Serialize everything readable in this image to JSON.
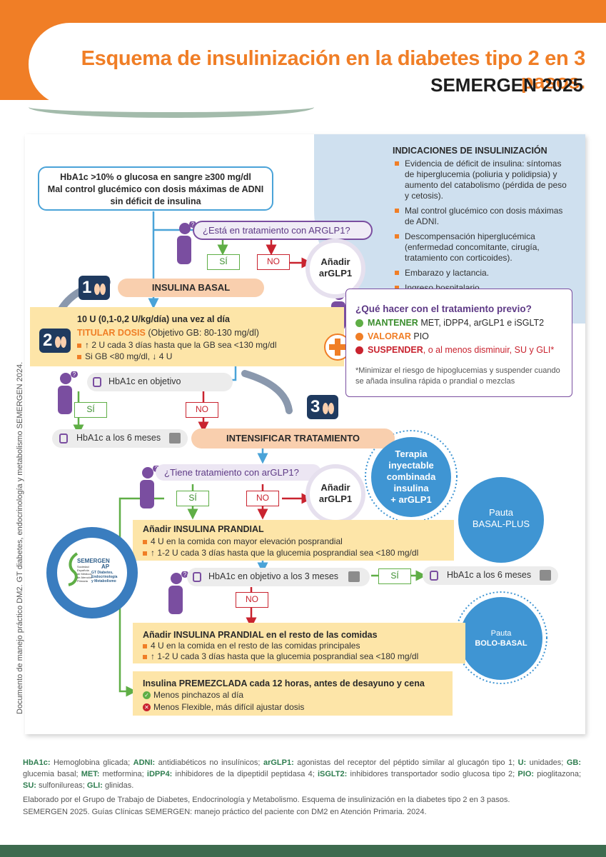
{
  "header": {
    "title": "Esquema de insulinización en la diabetes tipo 2 en 3 pasos.",
    "subtitle": "SEMERGEN 2025"
  },
  "side_note": "Documento de manejo práctico DM2. GT diabetes, endocrinología y metabolismo SEMERGEN 2024.",
  "start_box": {
    "line1": "HbA1c >10% o glucosa en sangre ≥300 mg/dl",
    "line2": "Mal control glucémico con dosis máximas de ADNI",
    "line3": "sin déficit de insulina"
  },
  "indications": {
    "title": "INDICACIONES DE INSULINIZACIÓN",
    "items": [
      "Evidencia de déficit de insulina: síntomas de hiperglucemia (poliuria y polidipsia) y aumento del catabolismo (pérdida de peso y cetosis).",
      "Mal control glucémico con dosis máximas de ADNI.",
      "Descompensación hiperglucémica (enfermedad concomitante, cirugía, tratamiento con corticoides).",
      "Embarazo y lactancia.",
      "Ingreso hospitalario."
    ]
  },
  "q1": {
    "text": "¿Está en tratamiento con ARGLP1?",
    "yes": "SÍ",
    "no": "NO",
    "add": "Añadir",
    "add2": "arGLP1"
  },
  "step1": {
    "num": "1",
    "label": "INSULINA BASAL"
  },
  "basal_box": {
    "title": "10 U (0,1-0,2 U/kg/día) una vez al día",
    "titrate_label": "TITULAR DOSIS",
    "titrate_rest": " (Objetivo GB: 80-130 mg/dl)",
    "line1": "↑ 2 U cada 3 días hasta que la GB sea <130 mg/dl",
    "line2": "Si GB <80 mg/dl, ↓ 4 U"
  },
  "step2": {
    "num": "2"
  },
  "prev_treatment": {
    "title": "¿Qué hacer con el tratamiento previo?",
    "keep_label": "MANTENER",
    "keep_rest": " MET, iDPP4, arGLP1 e iSGLT2",
    "assess_label": "VALORAR",
    "assess_rest": " PIO",
    "stop_label": "SUSPENDER",
    "stop_rest": ", o al menos disminuir, SU y GLI*",
    "note": "*Minimizar el riesgo de hipoglucemias y suspender cuando se añada insulina rápida o prandial o mezclas"
  },
  "hba1c_check1": {
    "text": "HbA1c en objetivo",
    "yes": "SÍ",
    "no": "NO"
  },
  "hba1c_6m_1": "HbA1c a los 6 meses",
  "step3": {
    "num": "3",
    "label": "INTENSIFICAR TRATAMIENTO"
  },
  "combo_circle": {
    "l1": "Terapia",
    "l2": "inyectable",
    "l3": "combinada",
    "l4": "insulina",
    "l5": "+ arGLP1"
  },
  "q2": {
    "text": "¿Tiene tratamiento con arGLP1?",
    "yes": "SÍ",
    "no": "NO",
    "add": "Añadir",
    "add2": "arGLP1"
  },
  "basal_plus": {
    "l1": "Pauta",
    "l2": "BASAL-PLUS"
  },
  "prandial_box": {
    "title": "Añadir INSULINA PRANDIAL",
    "line1": "4 U en la comida con mayor elevación posprandial",
    "line2": "↑ 1-2 U cada 3 días hasta que la glucemia posprandial sea <180 mg/dl"
  },
  "hba1c_check2": {
    "text": "HbA1c en objetivo a los 3 meses",
    "yes": "SÍ",
    "no": "NO"
  },
  "hba1c_6m_2": "HbA1c a los 6 meses",
  "logo": {
    "name": "SEMERGEN",
    "ap": "AP",
    "gt1": "GT Diabetes,",
    "gt2": "Endocrinología",
    "gt3": "y Metabolismo",
    "soc1": "Sociedad",
    "soc2": "Española",
    "soc3": "de Médicos",
    "soc4": "de Atención",
    "soc5": "Primaria"
  },
  "bolo_basal": {
    "l1": "Pauta",
    "l2": "BOLO-BASAL"
  },
  "prandial_rest_box": {
    "title": "Añadir INSULINA PRANDIAL en el resto de las comidas",
    "line1": "4 U en la comida en el resto de las comidas principales",
    "line2": "↑ 1-2 U cada 3 días hasta que la glucemia posprandial sea <180 mg/dl"
  },
  "premix_box": {
    "title": "Insulina PREMEZCLADA cada 12 horas, antes de desayuno y cena",
    "pro": "Menos pinchazos al día",
    "con": "Menos Flexible, más difícil ajustar dosis"
  },
  "footer": {
    "abbr": [
      {
        "k": "HbA1c:",
        "v": " Hemoglobina glicada; "
      },
      {
        "k": "ADNI:",
        "v": " antidiabéticos no insulínicos; "
      },
      {
        "k": "arGLP1:",
        "v": " agonistas del receptor del péptido similar al glucagón tipo 1; "
      },
      {
        "k": "U:",
        "v": " unidades; "
      },
      {
        "k": "GB:",
        "v": " glucemia basal; "
      },
      {
        "k": "MET:",
        "v": " metformina; "
      },
      {
        "k": "iDPP4:",
        "v": " inhibidores de la dipeptidil peptidasa 4; "
      },
      {
        "k": "iSGLT2:",
        "v": " inhibidores transportador sodio glucosa tipo 2; "
      },
      {
        "k": "PIO:",
        "v": " pioglitazona; "
      },
      {
        "k": "SU:",
        "v": " sulfonilureas; "
      },
      {
        "k": "GLI:",
        "v": " glinidas."
      }
    ],
    "cite1": "Elaborado por el Grupo de Trabajo de Diabetes, Endocrinología y Metabolismo. Esquema de insulinización en la diabetes tipo 2 en 3 pasos.",
    "cite2": "SEMERGEN 2025. Guías Clínicas SEMERGEN: manejo práctico del paciente con DM2 en Atención Primaria. 2024."
  },
  "colors": {
    "orange": "#f07e26",
    "navy": "#1f3a5f",
    "purple": "#7a4ea0",
    "green": "#5fae46",
    "red": "#c9232f",
    "blue": "#3f95d3",
    "yellow": "#fde5a8",
    "peach": "#f9cfae"
  }
}
